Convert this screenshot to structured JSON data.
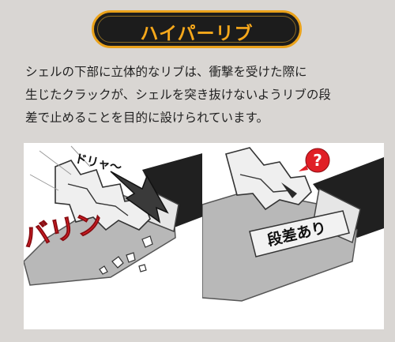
{
  "title": "ハイパーリブ",
  "description": [
    "シェルの下部に立体的なリブは、衝撃を受けた際に",
    "生じたクラックが、シェルを突き抜けないようリブの段",
    "差で止めることを目的に設けられています。"
  ],
  "left_panel": {
    "sfx_top": "ドリャ〜",
    "sfx_crash": "バリン"
  },
  "right_panel": {
    "question_mark": "?",
    "step_label": "段差あり"
  },
  "colors": {
    "background": "#d9d6d3",
    "title_bg": "#1c1c1c",
    "title_accent": "#f7a81b",
    "crash_red": "#e01f26"
  }
}
